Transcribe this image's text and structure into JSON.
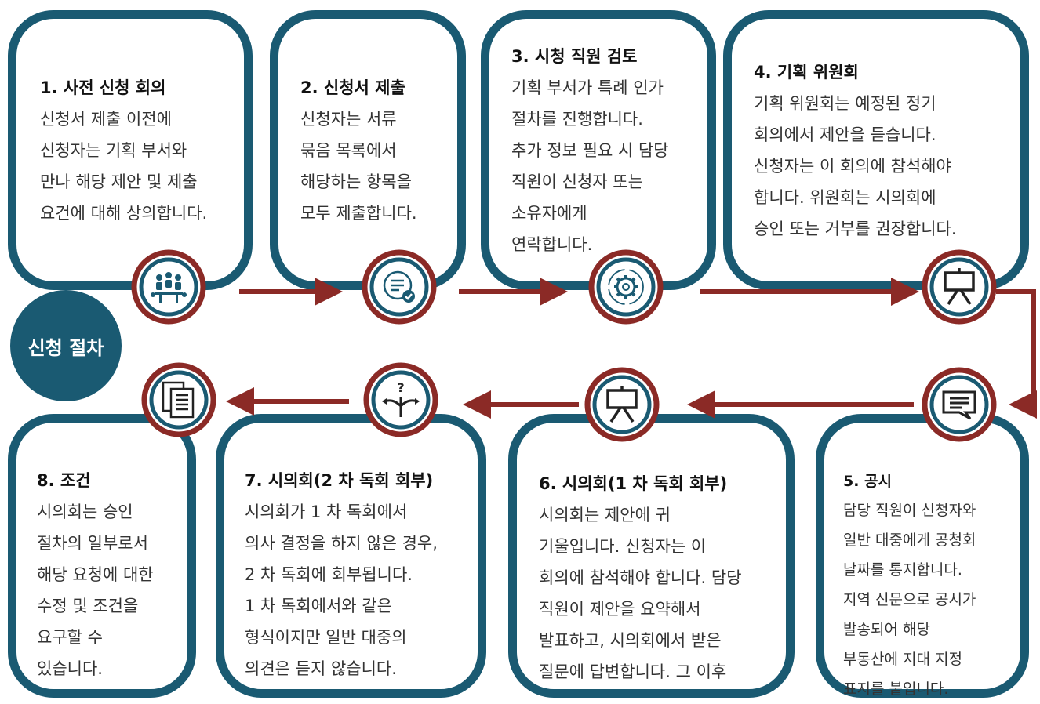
{
  "title": "신청 절차",
  "steps": [
    {
      "id": "step-1",
      "title": "1.    사전 신청 회의",
      "body": "신청서 제출 이전에\n신청자는 기획 부서와\n만나 해당 제안 및 제출\n요건에 대해 상의합니다.",
      "icon": "meeting-icon"
    },
    {
      "id": "step-2",
      "title": "2. 신청서 제출",
      "body": "신청자는 서류\n묶음 목록에서\n해당하는 항목을\n모두 제출합니다.",
      "icon": "document-check-icon"
    },
    {
      "id": "step-3",
      "title": "3. 시청 직원 검토",
      "body": "기획 부서가 특례 인가\n절차를 진행합니다.\n추가 정보 필요 시 담당\n직원이 신청자 또는\n소유자에게\n연락합니다.",
      "icon": "gear-cycle-icon"
    },
    {
      "id": "step-4",
      "title": "4. 기획 위원회",
      "body": "기획 위원회는 예정된 정기\n회의에서 제안을 듣습니다.\n신청자는 이 회의에 참석해야\n합니다. 위원회는 시의회에\n승인 또는 거부를 권장합니다.",
      "icon": "presentation-board-icon"
    },
    {
      "id": "step-5",
      "title": "5. 공시",
      "body": "담당 직원이 신청자와\n일반 대중에게 공청회\n날짜를 통지합니다.\n지역 신문으로 공시가\n발송되어 해당\n부동산에 지대 지정\n표지를 붙입니다.",
      "icon": "speech-bubble-icon"
    },
    {
      "id": "step-6",
      "title": "6. 시의회(1 차 독회 회부)",
      "body": "시의회는 제안에 귀\n기울입니다. 신청자는 이\n회의에 참석해야 합니다. 담당\n직원이 제안을 요약해서\n발표하고, 시의회에서 받은\n질문에 답변합니다. 그 이후",
      "icon": "presentation-board-icon"
    },
    {
      "id": "step-7",
      "title": "7. 시의회(2 차 독회 회부)",
      "body": "시의회가 1 차 독회에서\n의사 결정을 하지 않은 경우,\n2 차 독회에 회부됩니다.\n1 차 독회에서와 같은\n형식이지만 일반 대중의\n의견은 듣지 않습니다.",
      "icon": "decision-split-icon"
    },
    {
      "id": "step-8",
      "title": "8. 조건",
      "body": "시의회는 승인\n절차의 일부로서\n해당 요청에 대한\n수정 및 조건을\n요구할 수\n있습니다.",
      "icon": "document-list-icon"
    }
  ],
  "colors": {
    "teal": "#1a5a72",
    "red": "#8b2a26"
  }
}
